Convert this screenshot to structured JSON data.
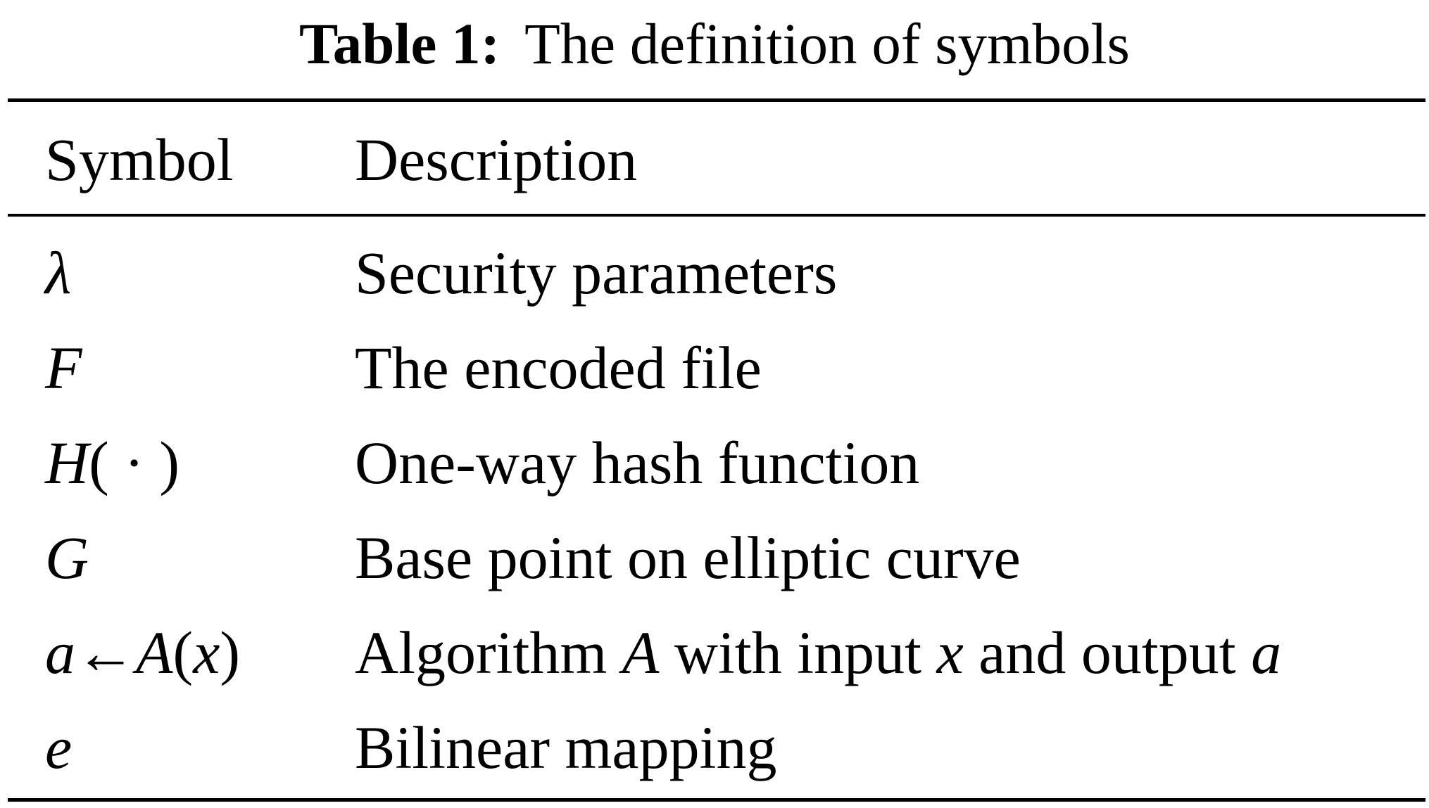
{
  "table": {
    "caption_label": "Table 1:",
    "caption_text": "The definition of symbols",
    "headers": {
      "symbol": "Symbol",
      "description": "Description"
    },
    "rows": [
      {
        "symbol": {
          "main": "λ"
        },
        "description": {
          "text": "Security parameters"
        }
      },
      {
        "symbol": {
          "main": "F"
        },
        "description": {
          "text": "The encoded file"
        }
      },
      {
        "symbol": {
          "fn": "H",
          "args": "( · )"
        },
        "description": {
          "text": "One-way hash function"
        }
      },
      {
        "symbol": {
          "main": "G"
        },
        "description": {
          "text": "Base point on elliptic curve"
        }
      },
      {
        "symbol": {
          "lhs": "a",
          "arrow": "←",
          "fn": "A",
          "open": "(",
          "arg": "x",
          "close": ")"
        },
        "description": {
          "p1": "Algorithm ",
          "v1": "A",
          "p2": " with input ",
          "v2": "x",
          "p3": " and output ",
          "v3": "a"
        }
      },
      {
        "symbol": {
          "main": "e"
        },
        "description": {
          "text": "Bilinear mapping"
        }
      }
    ]
  }
}
